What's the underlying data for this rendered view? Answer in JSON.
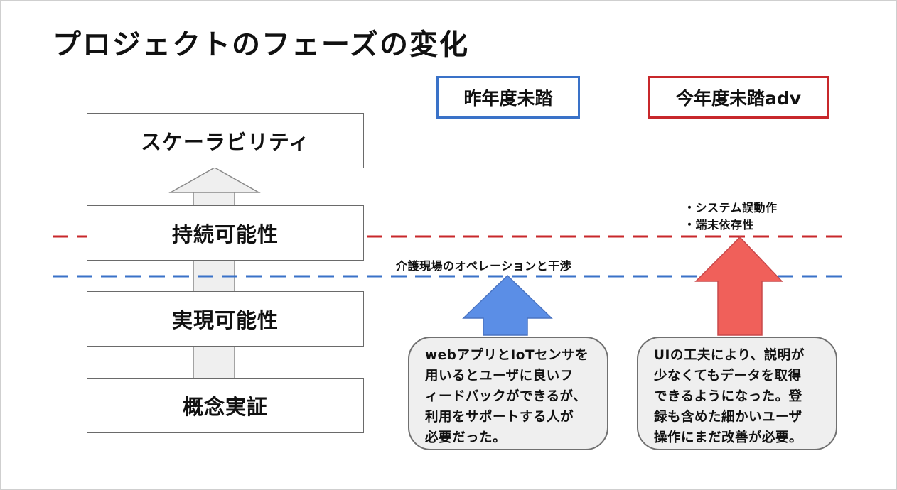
{
  "title": "プロジェクトのフェーズの変化",
  "phases": [
    {
      "label": "スケーラビリティ"
    },
    {
      "label": "持続可能性"
    },
    {
      "label": "実現可能性"
    },
    {
      "label": "概念実証"
    }
  ],
  "legend": {
    "last_year": "昨年度未踏",
    "this_year": "今年度未踏adv"
  },
  "thresholds": {
    "blue_label": "介護現場のオペレーションと干渉",
    "red_points": [
      "・システム誤動作",
      "・端末依存性"
    ]
  },
  "notes": {
    "last_year_lines": [
      "webアプリとIoTセンサを",
      "用いるとユーザに良いフ",
      "ィードバックができるが、",
      "利用をサポートする人が",
      "必要だった。"
    ],
    "this_year_lines": [
      "UIの工夫により、説明が",
      "少なくてもデータを取得",
      "できるようになった。登",
      "録も含めた細かいユーザ",
      "操作にまだ改善が必要。"
    ]
  },
  "colors": {
    "last_year": "#3a72c8",
    "this_year": "#c8282b",
    "blue_arrow": "#5b8ee6",
    "red_arrow": "#f0605a"
  }
}
